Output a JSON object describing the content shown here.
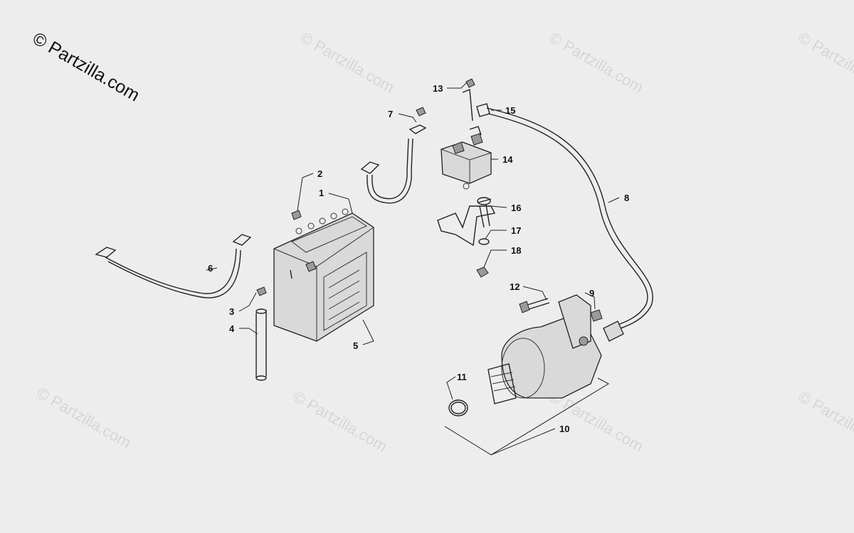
{
  "copyright": "© Partzilla.com",
  "watermark": "© Partzilla.com",
  "callouts": [
    {
      "id": "c1",
      "text": "1"
    },
    {
      "id": "c2",
      "text": "2"
    },
    {
      "id": "c3",
      "text": "3"
    },
    {
      "id": "c4",
      "text": "4"
    },
    {
      "id": "c5",
      "text": "5"
    },
    {
      "id": "c6",
      "text": "6"
    },
    {
      "id": "c7",
      "text": "7"
    },
    {
      "id": "c8",
      "text": "8"
    },
    {
      "id": "c9",
      "text": "9"
    },
    {
      "id": "c10",
      "text": "10"
    },
    {
      "id": "c11",
      "text": "11"
    },
    {
      "id": "c12",
      "text": "12"
    },
    {
      "id": "c13",
      "text": "13"
    },
    {
      "id": "c14",
      "text": "14"
    },
    {
      "id": "c15",
      "text": "15"
    },
    {
      "id": "c16",
      "text": "16"
    },
    {
      "id": "c17",
      "text": "17"
    },
    {
      "id": "c18",
      "text": "18"
    }
  ],
  "colors": {
    "background": "#ededed",
    "line": "#222222",
    "watermark": "#d6d6d6"
  }
}
